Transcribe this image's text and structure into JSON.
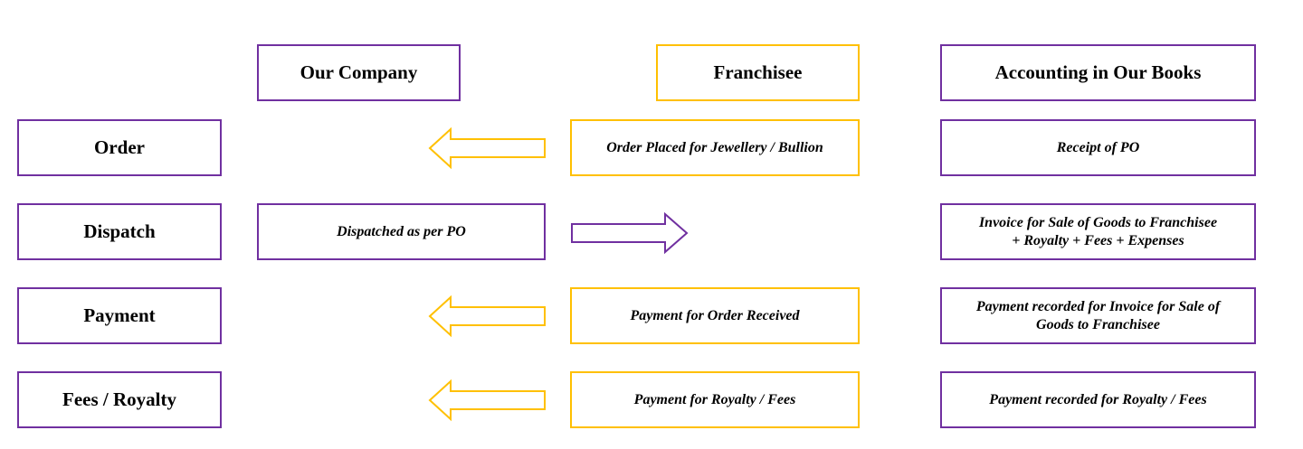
{
  "headers": {
    "our_company": "Our Company",
    "franchisee": "Franchisee",
    "accounting": "Accounting in Our Books"
  },
  "rows": [
    {
      "label": "Order",
      "our_company": "",
      "arrow": "left",
      "franchisee": "Order Placed for Jewellery / Bullion",
      "accounting_line1": "Receipt of PO",
      "accounting_line2": ""
    },
    {
      "label": "Dispatch",
      "our_company": "Dispatched as per PO",
      "arrow": "right",
      "franchisee": "",
      "accounting_line1": "Invoice for Sale of Goods to Franchisee",
      "accounting_line2": "+ Royalty + Fees + Expenses"
    },
    {
      "label": "Payment",
      "our_company": "",
      "arrow": "left",
      "franchisee": "Payment for Order Received",
      "accounting_line1": "Payment recorded for Invoice for Sale of",
      "accounting_line2": "Goods to Franchisee"
    },
    {
      "label": "Fees / Royalty",
      "our_company": "",
      "arrow": "left",
      "franchisee": "Payment for Royalty / Fees",
      "accounting_line1": "Payment recorded for Royalty / Fees",
      "accounting_line2": ""
    }
  ],
  "colors": {
    "company": "#7030a0",
    "franchisee": "#ffc000"
  }
}
